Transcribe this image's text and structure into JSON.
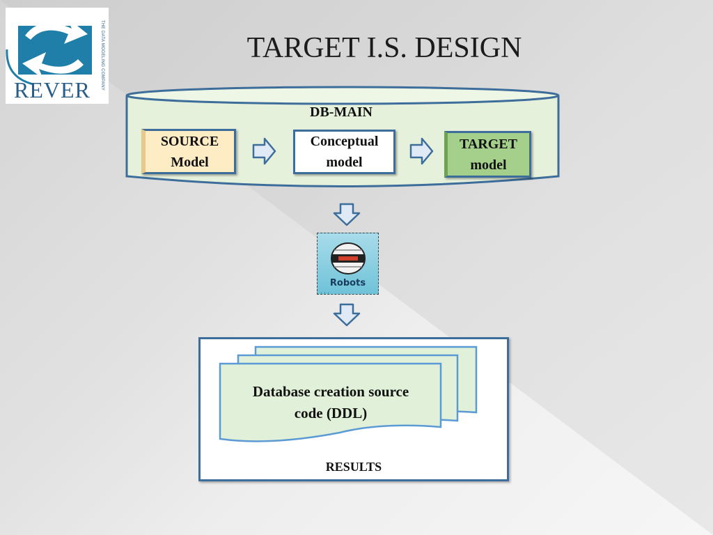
{
  "title": "TARGET I.S. DESIGN",
  "logo": {
    "wordmark": "REVER",
    "tagline": "THE DATA MODELING COMPANY"
  },
  "cylinder": {
    "label": "DB-MAIN"
  },
  "models": [
    {
      "line1": "SOURCE",
      "line2": "Model"
    },
    {
      "line1": "Conceptual",
      "line2": "model"
    },
    {
      "line1": "TARGET",
      "line2": "model"
    }
  ],
  "robots": {
    "label": "Robots"
  },
  "document": {
    "line1": "Database creation source",
    "line2": "code (DDL)"
  },
  "results": {
    "label": "RESULTS"
  },
  "colors": {
    "border_blue": "#3d6d9a",
    "source_fill": "#fdecc4",
    "target_fill": "#a4d08c",
    "cylinder_fill": "#e6f1dc",
    "doc_fill": "#e1f0d8",
    "arrow_fill": "#dfeaf6"
  }
}
